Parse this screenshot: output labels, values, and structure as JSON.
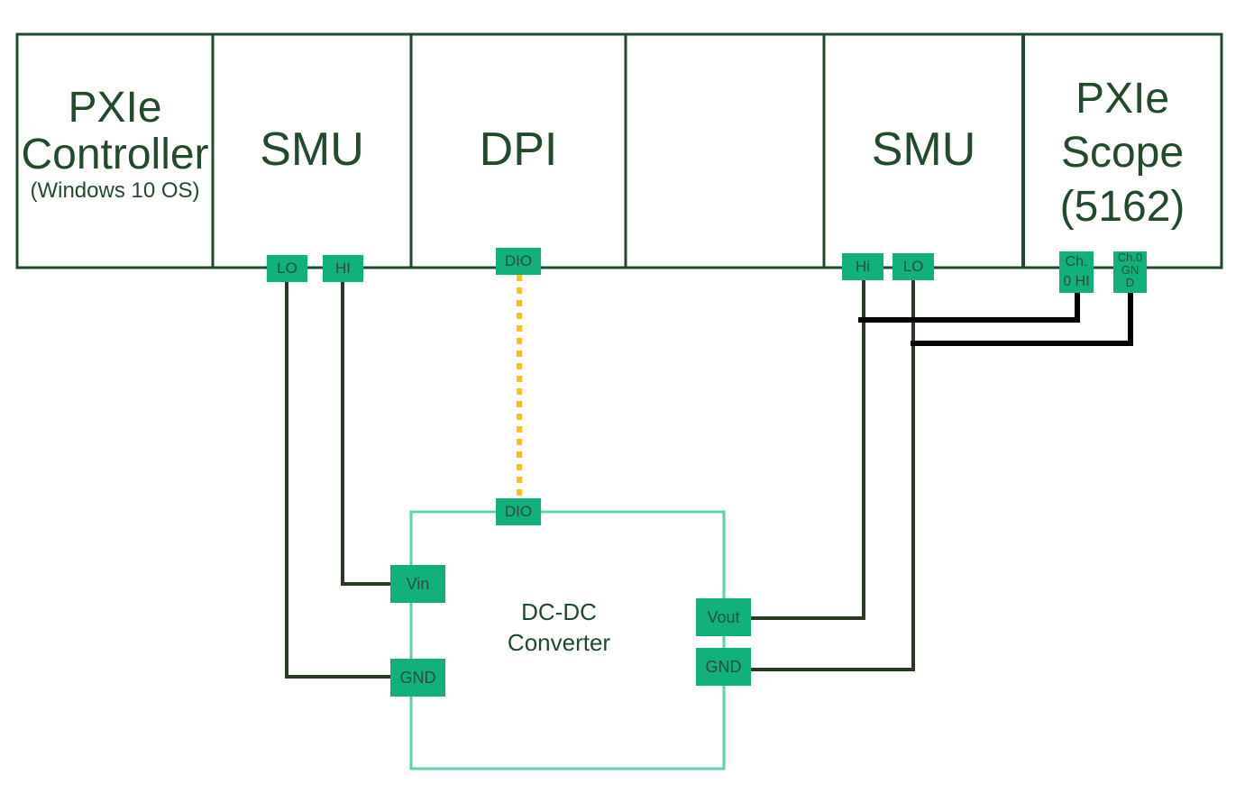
{
  "chassis": {
    "slots": [
      {
        "id": "controller",
        "title": "PXIe",
        "title2": "Controller",
        "subtitle": "(Windows 10 OS)"
      },
      {
        "id": "smu1",
        "title": "SMU"
      },
      {
        "id": "dpi",
        "title": "DPI"
      },
      {
        "id": "empty",
        "title": ""
      },
      {
        "id": "smu2",
        "title": "SMU"
      },
      {
        "id": "scope",
        "title": "PXIe",
        "title2": "Scope",
        "title3": "(5162)"
      }
    ]
  },
  "pins": {
    "smu1_lo": "LO",
    "smu1_hi": "HI",
    "dpi_dio": "DIO",
    "smu2_hi": "Hi",
    "smu2_lo": "LO",
    "scope_ch0_hi": "Ch. 0 HI",
    "scope_ch0_gnd_line1": "Ch.0",
    "scope_ch0_gnd_line2": "GN",
    "scope_ch0_gnd_line3": "D",
    "conv_dio": "DIO",
    "conv_vin": "Vin",
    "conv_gnd_left": "GND",
    "conv_vout": "Vout",
    "conv_gnd_right": "GND"
  },
  "converter": {
    "line1": "DC-DC",
    "line2": "Converter"
  },
  "colors": {
    "slot_border": "#1f4a2b",
    "pin_fill": "#12b07a",
    "wire": "#2b3a24",
    "digital_wire": "#ffc020",
    "converter_border": "#5ed3a8",
    "probe_wire": "#000000"
  }
}
